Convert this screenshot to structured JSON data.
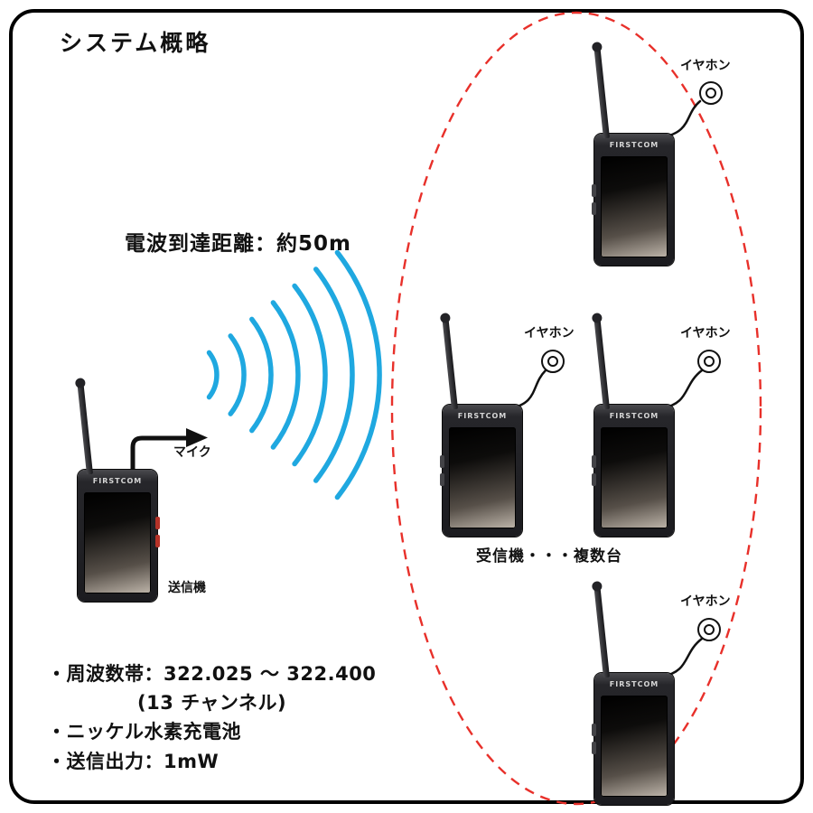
{
  "page": {
    "title": "システム概略"
  },
  "diagram": {
    "range_label": "電波到達距離：約50m",
    "mic_label": "マイク",
    "transmitter_label": "送信機",
    "receivers_label": "受信機・・・複数台",
    "earphone_label": "イヤホン",
    "brand": "FIRSTCOM",
    "colors": {
      "wave": "#1fa8e0",
      "coverage": "#e8302a",
      "ink": "#111111"
    }
  },
  "specs": {
    "lines": [
      "・周波数帯：322.025 ～ 322.400",
      "(13 チャンネル)",
      "・ニッケル水素充電池",
      "・送信出力：1mW"
    ]
  }
}
